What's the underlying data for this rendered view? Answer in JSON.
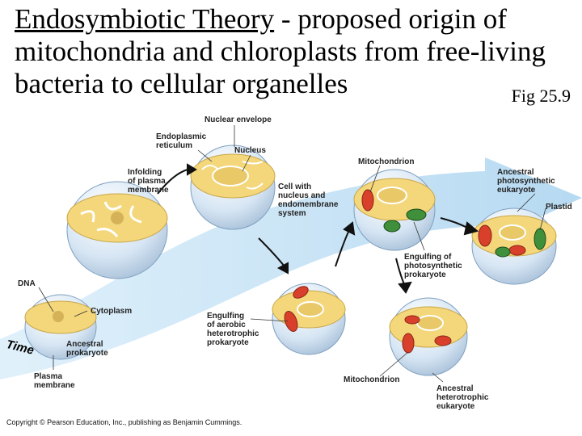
{
  "title": {
    "underlined": "Endosymbiotic Theory",
    "rest_line1": " - proposed origin of",
    "line2": "mitochondria and chloroplasts from free-living",
    "line3": "bacteria to cellular organelles"
  },
  "figure_ref": "Fig 25.9",
  "labels": {
    "nuclear_envelope": "Nuclear envelope",
    "endoplasmic_reticulum": "Endoplasmic\nreticulum",
    "nucleus": "Nucleus",
    "infolding": "Infolding\nof plasma\nmembrane",
    "cell_with_nucleus": "Cell with\nnucleus and\nendomembrane\nsystem",
    "mitochondrion_top": "Mitochondrion",
    "ancestral_photosynthetic": "Ancestral\nphotosynthetic\neukaryote",
    "plastid": "Plastid",
    "engulfing_photosynthetic": "Engulfing of\nphotosynthetic\nprokaryote",
    "dna": "DNA",
    "cytoplasm": "Cytoplasm",
    "engulfing_aerobic": "Engulfing\nof aerobic\nheterotrophic\nprokaryote",
    "ancestral_prokaryote": "Ancestral\nprokaryote",
    "plasma_membrane": "Plasma\nmembrane",
    "mitochondrion_bottom": "Mitochondrion",
    "ancestral_heterotrophic": "Ancestral\nheterotrophic\neukaryote",
    "time": "Time"
  },
  "copyright": "Copyright © Pearson Education, Inc., publishing as Benjamin Cummings.",
  "colors": {
    "arrow_band": "#bfe0f5",
    "cell_top": "#f3d77a",
    "cell_body": "#cfe1f2",
    "mitochondrion": "#d8402b",
    "plastid": "#3f8f3b"
  }
}
